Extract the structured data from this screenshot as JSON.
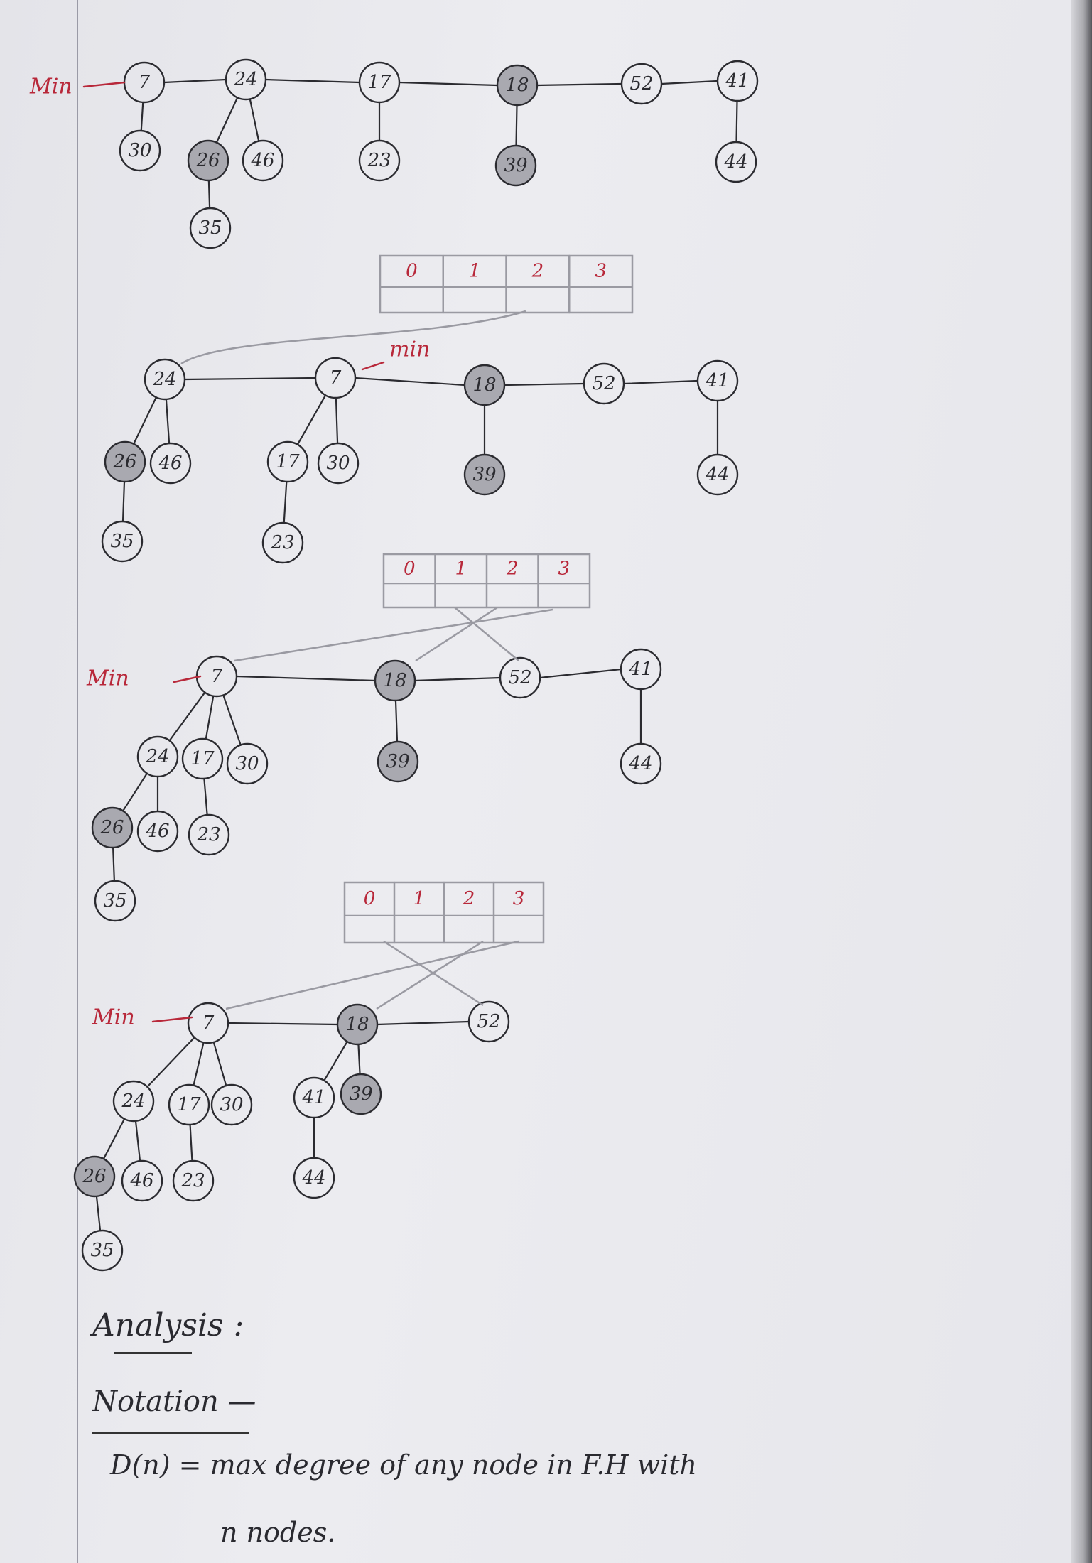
{
  "min_label": "Min",
  "min_arrow_label": "min",
  "array_indices": [
    "0",
    "1",
    "2",
    "3"
  ],
  "stages": [
    {
      "min_pointer": "Min",
      "roots": [
        {
          "key": "7",
          "children": [
            {
              "key": "30"
            }
          ]
        },
        {
          "key": "24",
          "children": [
            {
              "key": "26",
              "marked": true,
              "children": [
                {
                  "key": "35"
                }
              ]
            },
            {
              "key": "46"
            }
          ]
        },
        {
          "key": "17",
          "children": [
            {
              "key": "23"
            }
          ]
        },
        {
          "key": "18",
          "marked": true,
          "children": [
            {
              "key": "39",
              "marked": true
            }
          ]
        },
        {
          "key": "52"
        },
        {
          "key": "41",
          "children": [
            {
              "key": "44"
            }
          ]
        }
      ]
    },
    {
      "min_pointer": "min",
      "roots": [
        {
          "key": "24",
          "children": [
            {
              "key": "26",
              "marked": true,
              "children": [
                {
                  "key": "35"
                }
              ]
            },
            {
              "key": "46"
            }
          ]
        },
        {
          "key": "7",
          "children": [
            {
              "key": "17",
              "children": [
                {
                  "key": "23"
                }
              ]
            },
            {
              "key": "30"
            }
          ]
        },
        {
          "key": "18",
          "marked": true,
          "children": [
            {
              "key": "39",
              "marked": true
            }
          ]
        },
        {
          "key": "52"
        },
        {
          "key": "41",
          "children": [
            {
              "key": "44"
            }
          ]
        }
      ]
    },
    {
      "min_pointer": "Min",
      "roots": [
        {
          "key": "7",
          "children": [
            {
              "key": "24",
              "children": [
                {
                  "key": "26",
                  "marked": true,
                  "children": [
                    {
                      "key": "35"
                    }
                  ]
                },
                {
                  "key": "46"
                }
              ]
            },
            {
              "key": "17",
              "children": [
                {
                  "key": "23"
                }
              ]
            },
            {
              "key": "30"
            }
          ]
        },
        {
          "key": "18",
          "marked": true,
          "children": [
            {
              "key": "39",
              "marked": true
            }
          ]
        },
        {
          "key": "52"
        },
        {
          "key": "41",
          "children": [
            {
              "key": "44"
            }
          ]
        }
      ]
    },
    {
      "min_pointer": "Min",
      "roots": [
        {
          "key": "7",
          "children": [
            {
              "key": "24",
              "children": [
                {
                  "key": "26",
                  "marked": true,
                  "children": [
                    {
                      "key": "35"
                    }
                  ]
                },
                {
                  "key": "46"
                }
              ]
            },
            {
              "key": "17",
              "children": [
                {
                  "key": "23"
                }
              ]
            },
            {
              "key": "30"
            }
          ]
        },
        {
          "key": "18",
          "marked": true,
          "children": [
            {
              "key": "41",
              "children": [
                {
                  "key": "44"
                }
              ]
            },
            {
              "key": "39",
              "marked": true
            }
          ]
        },
        {
          "key": "52"
        }
      ]
    }
  ],
  "analysis_title": "Analysis :",
  "notation_label": "Notation —",
  "definition_line1": "D(n) = max degree of any node in F.H with",
  "definition_line2": "n nodes."
}
